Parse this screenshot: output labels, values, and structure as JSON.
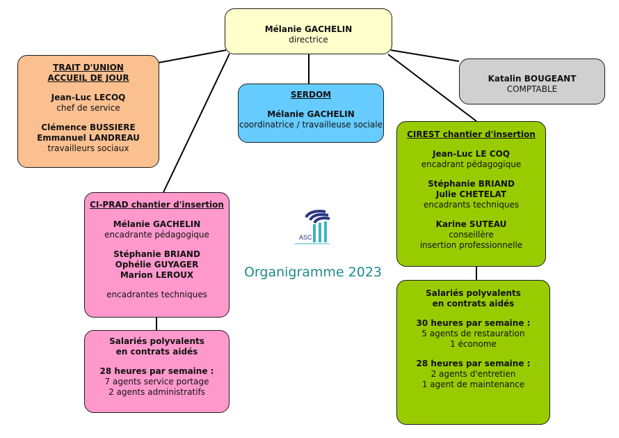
{
  "director": {
    "name": "Mélanie GACHELIN",
    "role": "directrice"
  },
  "trait": {
    "title1": "TRAIT D'UNION",
    "title2": "ACCUEIL DE JOUR",
    "p1_name": "Jean-Luc LECOQ",
    "p1_role": "chef de service",
    "p2_name": "Clémence BUSSIERE",
    "p3_name": "Emmanuel LANDREAU",
    "p23_role": "travailleurs sociaux"
  },
  "serdom": {
    "title": "SERDOM",
    "name": "Mélanie GACHELIN",
    "role": "coordinatrice / travailleuse sociale"
  },
  "comptable": {
    "name": "Katalin BOUGEANT",
    "role": "COMPTABLE"
  },
  "ciprad": {
    "title": "CI-PRAD chantier d'insertion",
    "p1_name": "Mélanie GACHELIN",
    "p1_role": "encadrante  pédagogique",
    "p2_name": "Stéphanie BRIAND",
    "p3_name": "Ophélie GUYAGER",
    "p4_name": "Marion LEROUX",
    "p234_role": "encadrantes techniques"
  },
  "ciprad_sal": {
    "l1": "Salariés polyvalents",
    "l2": "en contrats aidés",
    "hours": "28 heures  par semaine :",
    "i1": "7 agents service  portage",
    "i2": "2 agents administratifs"
  },
  "cirest": {
    "title": "CIREST chantier d'insertion",
    "p1_name": "Jean-Luc LE COQ",
    "p1_role": "encadrant pédagogique",
    "p2_name": "Stéphanie BRIAND",
    "p3_name": "Julie CHETELAT",
    "p23_role": "encadrants techniques",
    "p4_name": "Karine SUTEAU",
    "p4_role1": "conseillère",
    "p4_role2": "insertion professionnelle"
  },
  "cirest_sal": {
    "l1": "Salariés polyvalents",
    "l2": "en contrats aidés",
    "hours1": "30 heures par semaine :",
    "a1": "5 agents de restauration",
    "a2": "1 économe",
    "hours2": "28 heures  par semaine :",
    "b1": "2 agents d'entretien",
    "b2": "1 agent de maintenance"
  },
  "logo_text": "ASC",
  "diagram_title": "Organigramme 2023",
  "colors": {
    "director": "#ffffcc",
    "trait": "#fac090",
    "serdom": "#66ccff",
    "comptable": "#d0d0d0",
    "ciprad": "#ff99cc",
    "cirest": "#99cc00",
    "title": "#1f8a8a",
    "logo_dark": "#2a3580",
    "logo_teal": "#3ab3c0"
  }
}
